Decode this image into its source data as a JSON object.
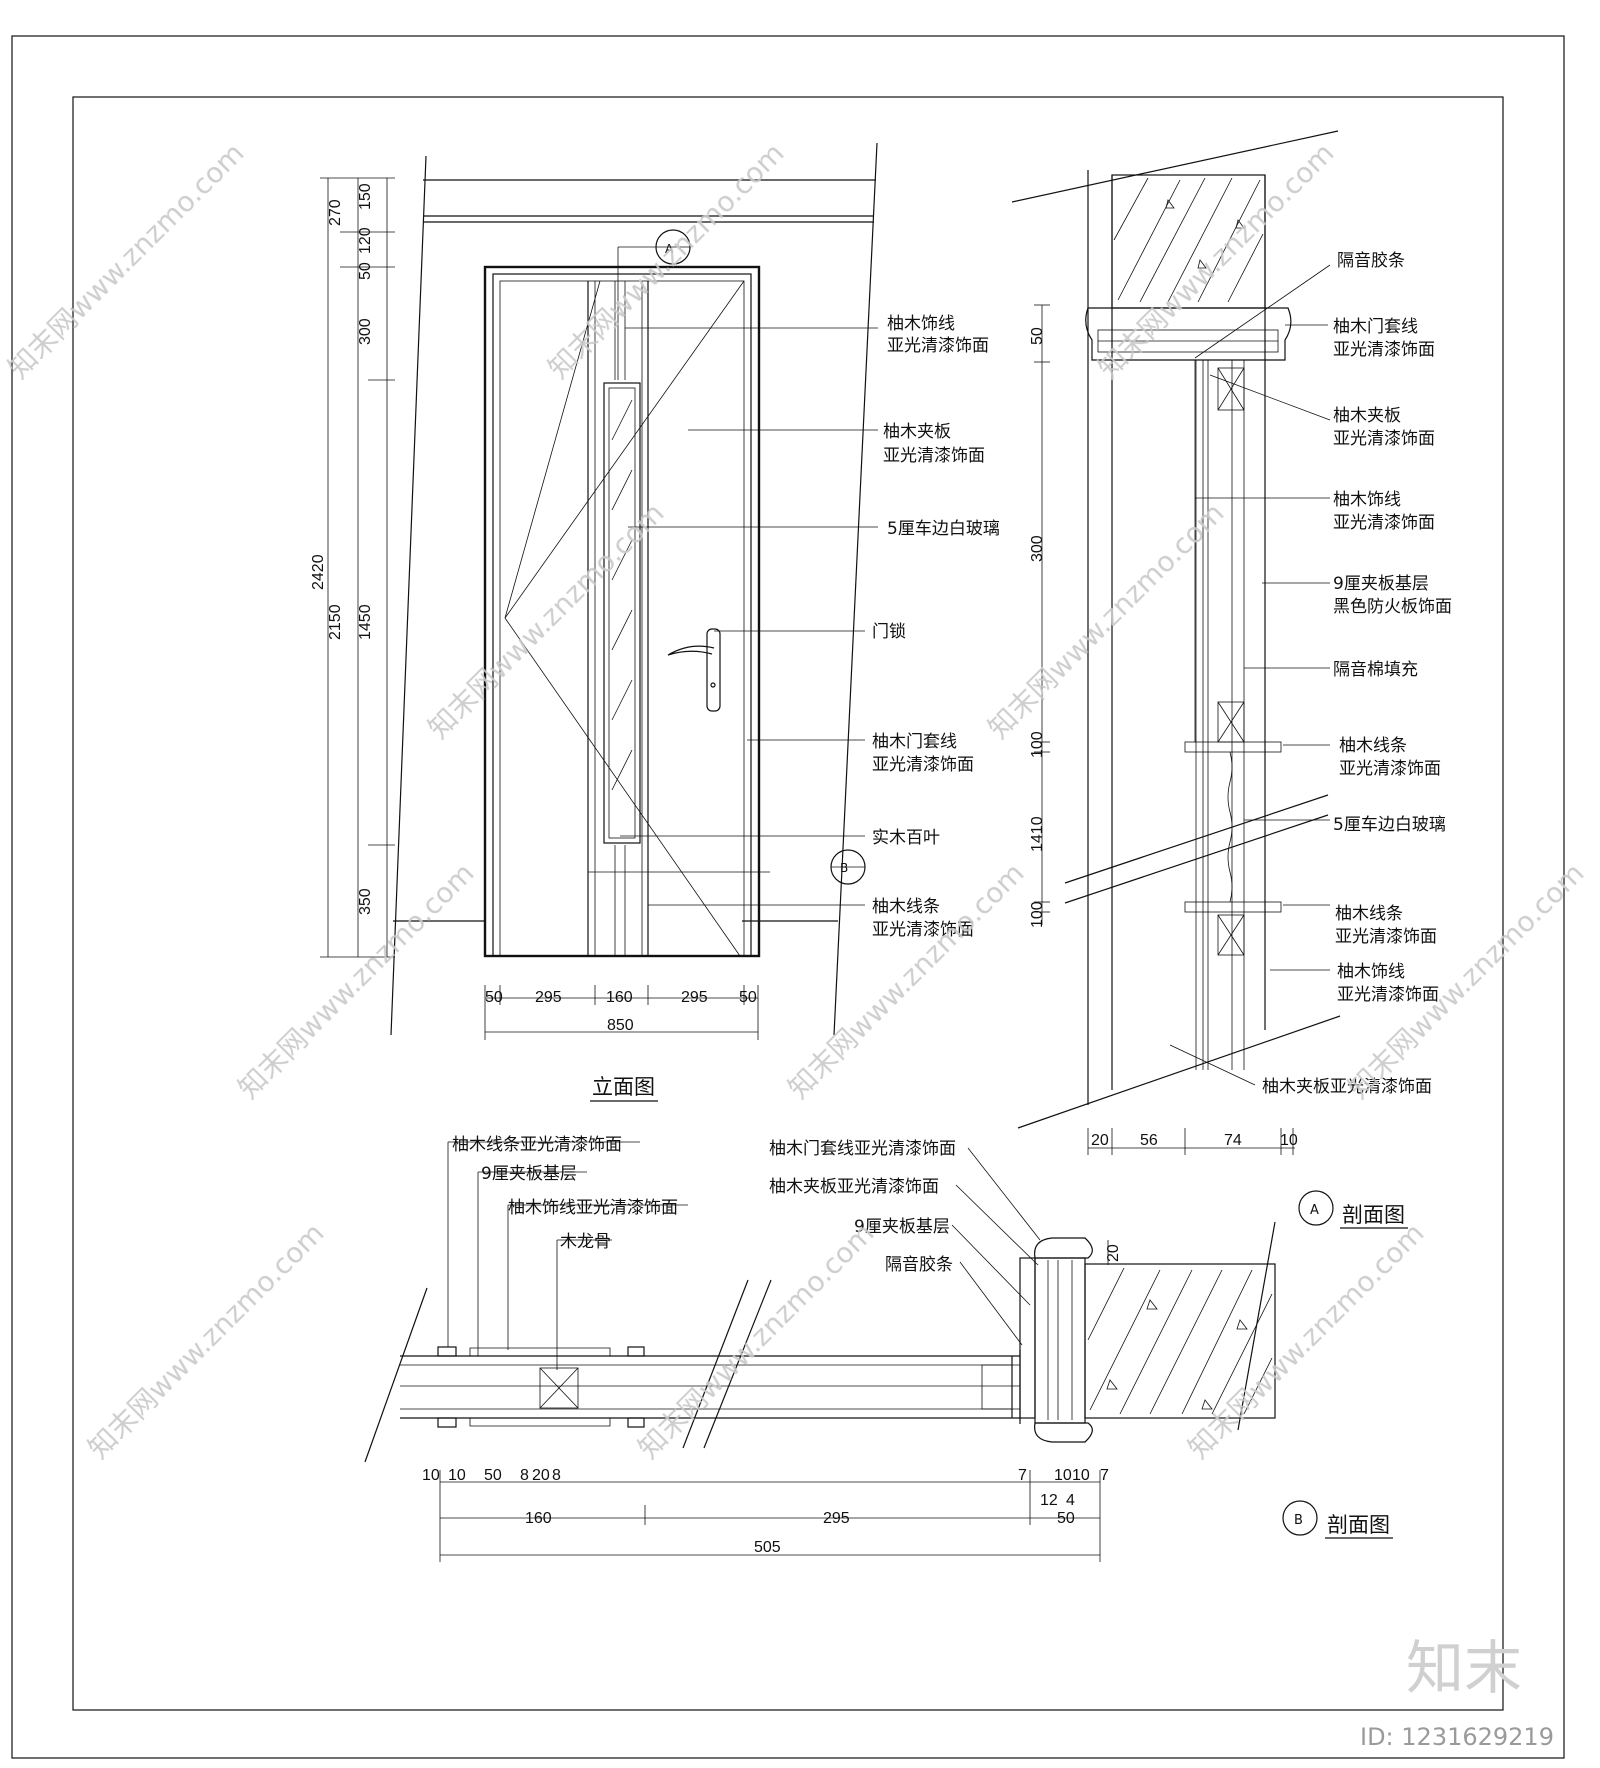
{
  "elevation": {
    "title": "立面图",
    "callouts": [
      "柚木饰线",
      "亚光清漆饰面",
      "柚木夹板",
      "亚光清漆饰面",
      "5厘车边白玻璃",
      "门锁",
      "柚木门套线",
      "亚光清漆饰面",
      "实木百叶",
      "柚木线条",
      "亚光清漆饰面"
    ],
    "dims_vertical": [
      "270",
      "150",
      "120",
      "50",
      "300",
      "2420",
      "2150",
      "1450",
      "350"
    ],
    "dims_horizontal": [
      "50",
      "295",
      "160",
      "295",
      "50",
      "850"
    ],
    "markers": [
      "A",
      "B"
    ]
  },
  "section_a": {
    "title": "剖面图",
    "marker": "A",
    "callouts": [
      "隔音胶条",
      "柚木门套线",
      "亚光清漆饰面",
      "柚木夹板",
      "亚光清漆饰面",
      "柚木饰线",
      "亚光清漆饰面",
      "9厘夹板基层",
      "黑色防火板饰面",
      "隔音棉填充",
      "柚木线条",
      "亚光清漆饰面",
      "5厘车边白玻璃",
      "柚木线条",
      "亚光清漆饰面",
      "柚木饰线",
      "亚光清漆饰面",
      "柚木夹板亚光清漆饰面"
    ],
    "dims_vertical": [
      "50",
      "300",
      "100",
      "1410",
      "100"
    ],
    "dims_horizontal": [
      "20",
      "56",
      "74",
      "10"
    ]
  },
  "section_b": {
    "title": "剖面图",
    "marker": "B",
    "callouts": [
      "柚木线条亚光清漆饰面",
      "9厘夹板基层",
      "柚木饰线亚光清漆饰面",
      "木龙骨",
      "柚木门套线亚光清漆饰面",
      "柚木夹板亚光清漆饰面",
      "9厘夹板基层",
      "隔音胶条"
    ],
    "dims_small": [
      "10",
      "10",
      "50",
      "8",
      "20",
      "8",
      "7",
      "10",
      "10",
      "7",
      "12",
      "4",
      "20"
    ],
    "dims_main": [
      "160",
      "295",
      "50",
      "505"
    ]
  },
  "watermark": {
    "text": "知末网www.znzmo.com",
    "brand": "知末",
    "id_label": "ID: 1231629219"
  }
}
